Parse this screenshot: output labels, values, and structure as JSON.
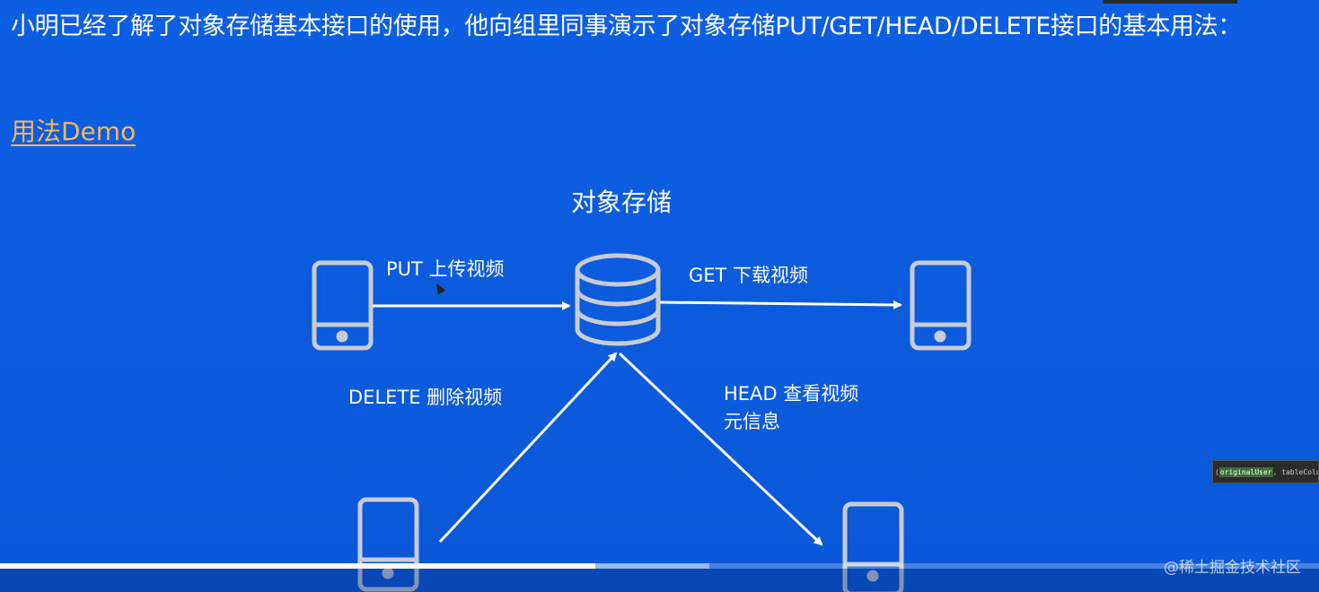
{
  "slide": {
    "intro_text": "小明已经了解了对象存储基本接口的使用，他向组里同事演示了对象存储PUT/GET/HEAD/DELETE接口的基本用法：",
    "demo_link": "用法Demo",
    "diagram_title": "对象存储"
  },
  "diagram": {
    "labels": {
      "put": "PUT  上传视频",
      "get": "GET  下载视频",
      "delete": "DELETE  删除视频",
      "head_line1": "HEAD  查看视频",
      "head_line2": "元信息"
    },
    "icons": {
      "storage": "database-icon",
      "phone": "phone-icon"
    }
  },
  "player": {
    "played_fraction": 0.451,
    "buffered_fraction": 0.538
  },
  "watermark": "@稀土掘金技术社区",
  "code_popup": {
    "highlight": "originalUser",
    "rest": ", tableColu"
  },
  "colors": {
    "background": "#0a5bdc",
    "link": "#f5b85c",
    "icon_stroke": "#c8ccd6"
  }
}
